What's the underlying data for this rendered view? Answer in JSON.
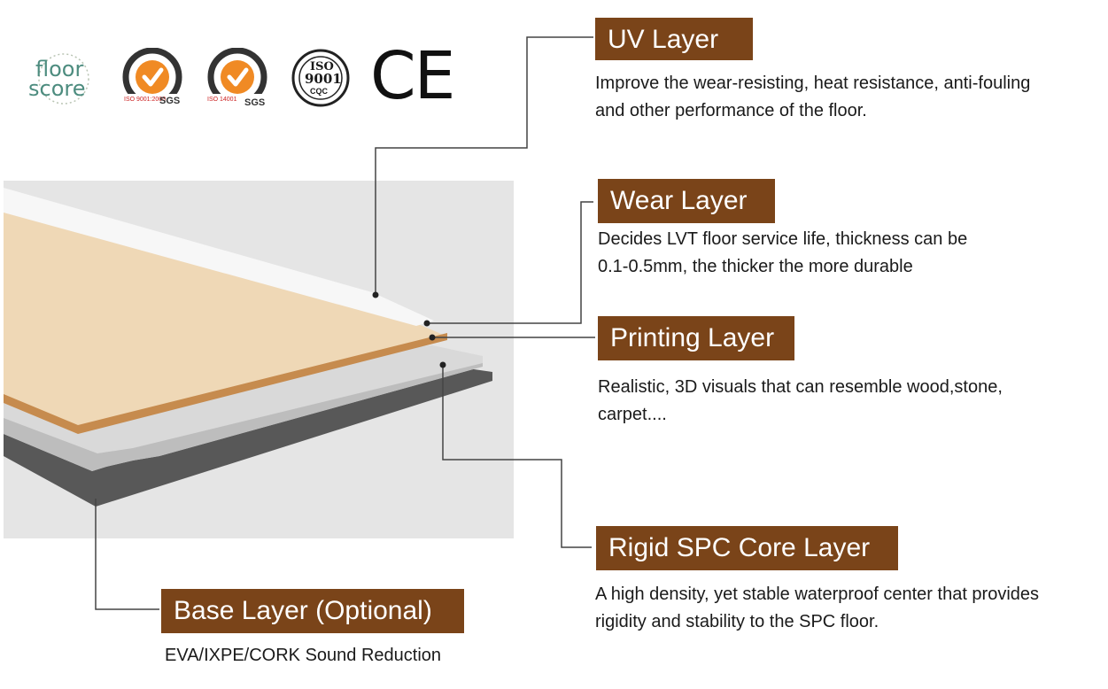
{
  "certifications": {
    "floorscore": {
      "line1": "floor",
      "line2": "score"
    },
    "sgs_1": {
      "bottom": "SGS",
      "ring": "ISO 9001:2000"
    },
    "sgs_2": {
      "bottom": "SGS",
      "ring": "ISO 14001"
    },
    "iso": {
      "top": "ISO",
      "middle": "9001",
      "bottom": "CQC"
    },
    "ce": {
      "text": "CE"
    }
  },
  "layers": [
    {
      "id": "uv",
      "title": "UV Layer",
      "lines": [
        "Improve the wear-resisting, heat resistance, anti-fouling",
        "and other performance of the floor."
      ]
    },
    {
      "id": "wear",
      "title": "Wear Layer",
      "lines": [
        "Decides LVT floor service life, thickness can be",
        "0.1-0.5mm, the thicker the more durable"
      ]
    },
    {
      "id": "printing",
      "title": "Printing Layer",
      "lines": [
        "Realistic, 3D visuals that can resemble wood,stone,",
        "carpet...."
      ]
    },
    {
      "id": "core",
      "title": "Rigid SPC Core Layer",
      "lines": [
        "A high density, yet stable waterproof center that provides",
        "rigidity and stability to the SPC floor."
      ]
    },
    {
      "id": "base",
      "title": "Base Layer (Optional)",
      "lines": [
        "EVA/IXPE/CORK Sound Reduction"
      ]
    }
  ],
  "colors": {
    "label_bg": "#7a4419",
    "wood_light": "#f0d9b8",
    "wood_edge": "#c98f52",
    "core_grey": "#d7d7d7",
    "base_dark": "#5a5a5a",
    "backdrop": "#e6e6e6"
  }
}
